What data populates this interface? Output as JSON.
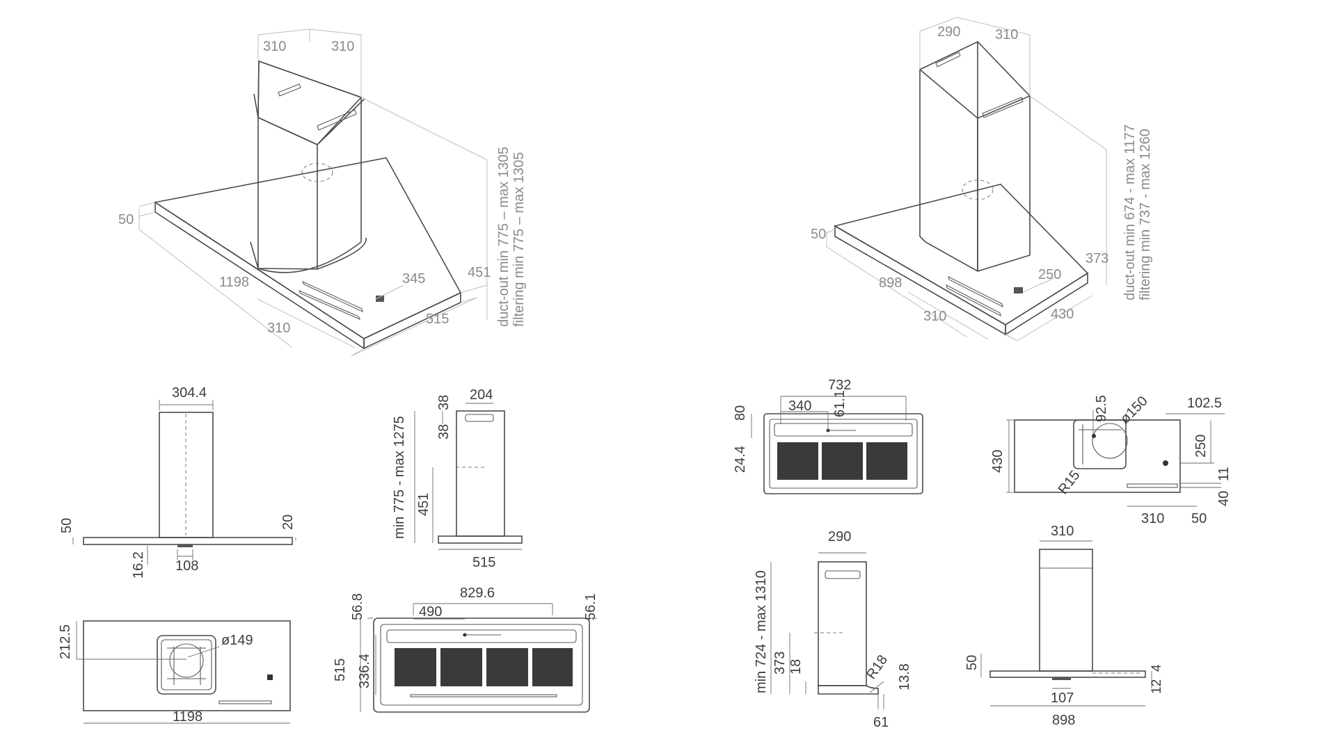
{
  "view1": {
    "d_310a": "310",
    "d_310b": "310",
    "d_50": "50",
    "d_1198": "1198",
    "d_310c": "310",
    "d_345": "345",
    "d_451": "451",
    "d_515": "515",
    "d_height1": "duct-out min 775 – max 1305",
    "d_height2": "filtering min 775 – max 1305"
  },
  "view2": {
    "d_290": "290",
    "d_310": "310",
    "d_50": "50",
    "d_898": "898",
    "d_310b": "310",
    "d_250": "250",
    "d_373": "373",
    "d_430": "430",
    "d_height1": "duct-out min 674 - max 1177",
    "d_height2": "filtering min 737 - max 1260"
  },
  "front1198": {
    "d_304_4": "304.4",
    "d_50": "50",
    "d_20": "20",
    "d_16_2": "16.2",
    "d_108": "108"
  },
  "side515": {
    "d_38a": "38",
    "d_204": "204",
    "d_38b": "38",
    "d_height": "min 775 - max 1275",
    "d_451": "451",
    "d_515": "515"
  },
  "top1198": {
    "d_212_5": "212.5",
    "d_149": "ø149",
    "d_1198": "1198"
  },
  "bottom829": {
    "d_56_8": "56.8",
    "d_829_6": "829.6",
    "d_56_1": "56.1",
    "d_490": "490",
    "d_515": "515",
    "d_336_4": "336.4"
  },
  "bottom732": {
    "d_732": "732",
    "d_80": "80",
    "d_340": "340",
    "d_61_1": "61.1",
    "d_24_4": "24.4"
  },
  "top898": {
    "d_92_5": "92.5",
    "d_150": "ø150",
    "d_102_5": "102.5",
    "d_430": "430",
    "d_250": "250",
    "d_r15": "R15",
    "d_11": "11",
    "d_40": "40",
    "d_310": "310",
    "d_50": "50"
  },
  "side290": {
    "d_290": "290",
    "d_height": "min 724 - max 1310",
    "d_373": "373",
    "d_18": "18",
    "d_r18": "R18",
    "d_13_8": "13.8",
    "d_61": "61"
  },
  "front898": {
    "d_310": "310",
    "d_50": "50",
    "d_4": "4",
    "d_12": "12",
    "d_107": "107",
    "d_898": "898"
  }
}
